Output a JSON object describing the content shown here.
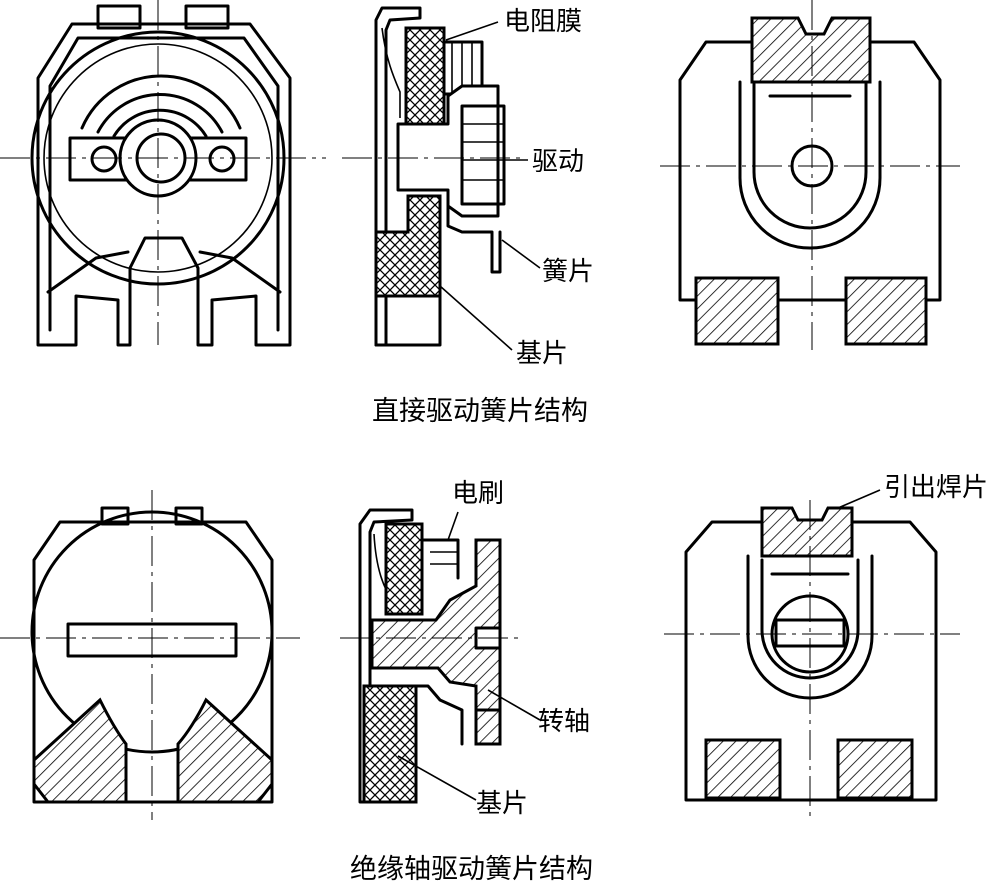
{
  "diagram": {
    "top_row": {
      "caption": "直接驱动簧片结构",
      "labels": {
        "resistive_film": "电阻膜",
        "drive": "驱动",
        "spring_reed": "簧片",
        "substrate": "基片"
      }
    },
    "bottom_row": {
      "caption": "绝缘轴驱动簧片结构",
      "labels": {
        "brush": "电刷",
        "lead_tab": "引出焊片",
        "shaft": "转轴",
        "substrate": "基片"
      }
    }
  }
}
